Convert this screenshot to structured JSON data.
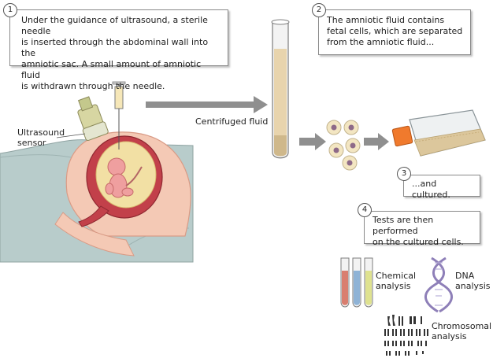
{
  "steps": [
    {
      "number": "1",
      "text": "Under the guidance of ultrasound, a sterile needle\nis inserted through the abdominal wall into the\namniotic sac. A small amount of amniotic fluid\nis withdrawn through the needle."
    },
    {
      "number": "2",
      "text": "The amniotic fluid contains\nfetal cells, which are separated\nfrom the amniotic fluid..."
    },
    {
      "number": "3",
      "text": "...and cultured."
    },
    {
      "number": "4",
      "text": "Tests are then performed\non the cultured cells."
    }
  ],
  "labels": {
    "ultrasound_sensor": "Ultrasound\nsensor",
    "centrifuged_fluid": "Centrifuged fluid",
    "chemical_analysis": "Chemical\nanalysis",
    "dna_analysis": "DNA\nanalysis",
    "chromosomal_analysis": "Chromosomal\nanalysis"
  },
  "colors": {
    "skin": "#f4c9b5",
    "uterus": "#c2404a",
    "amniotic_fluid": "#f2e0a4",
    "bed": "#b8cccb",
    "arrow": "#8f8f8f",
    "cell": "#f3e6c2",
    "cell_nucleus": "#8e6a88",
    "flask_cap": "#f07a2d",
    "dna_helix": "#8e7fb8"
  }
}
